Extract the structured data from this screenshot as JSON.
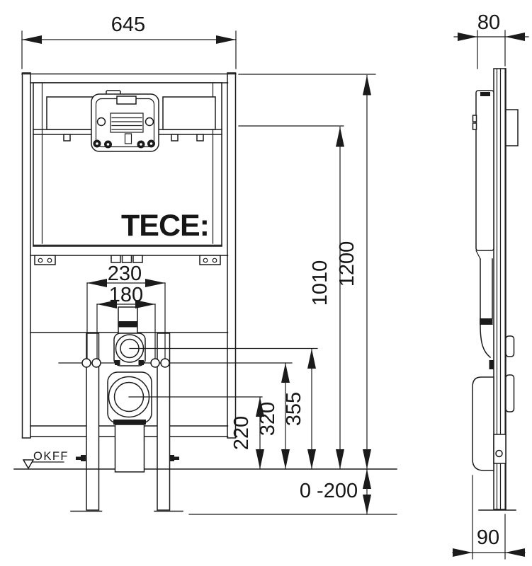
{
  "brand": "TECE:",
  "floor_marker": "OKFF",
  "front_view": {
    "width": "645",
    "outer_bolt_spacing": "230",
    "inner_bolt_spacing": "180",
    "total_height": "1200",
    "upper_edge_height": "1010",
    "flush_elbow_height": "355",
    "fixing_bolt_height": "320",
    "drain_center_height": "220",
    "foot_adjustment": "0 -200"
  },
  "side_view": {
    "depth": "80",
    "outlet_distance": "90"
  },
  "colors": {
    "line": "#1b1b1b",
    "background": "#ffffff"
  }
}
